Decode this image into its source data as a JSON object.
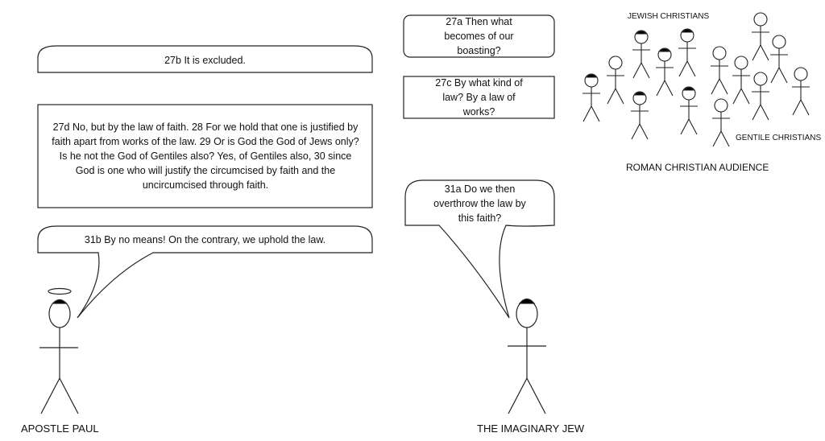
{
  "speech": {
    "excluded": "27b It is excluded.",
    "law_of_faith": "27d No, but by the law of faith. 28 For we hold that one is justified by faith apart from works of the law. 29 Or is God the God of Jews only? Is he not the God of Gentiles also? Yes, of Gentiles also, 30 since God is one who will justify the circumcised by faith and the uncircumcised through faith.",
    "by_no_means": "31b By no means! On the contrary, we uphold the law.",
    "boasting": "27a Then what becomes of our boasting?",
    "what_law": "27c By what kind of law? By a law of works?",
    "overthrow": "31a Do we then overthrow the law by this faith?"
  },
  "labels": {
    "paul": "APOSTLE PAUL",
    "jew": "THE IMAGINARY JEW",
    "jewish_christians": "JEWISH CHRISTIANS",
    "gentile_christians": "GENTILE CHRISTIANS",
    "audience": "ROMAN CHRISTIAN AUDIENCE"
  }
}
